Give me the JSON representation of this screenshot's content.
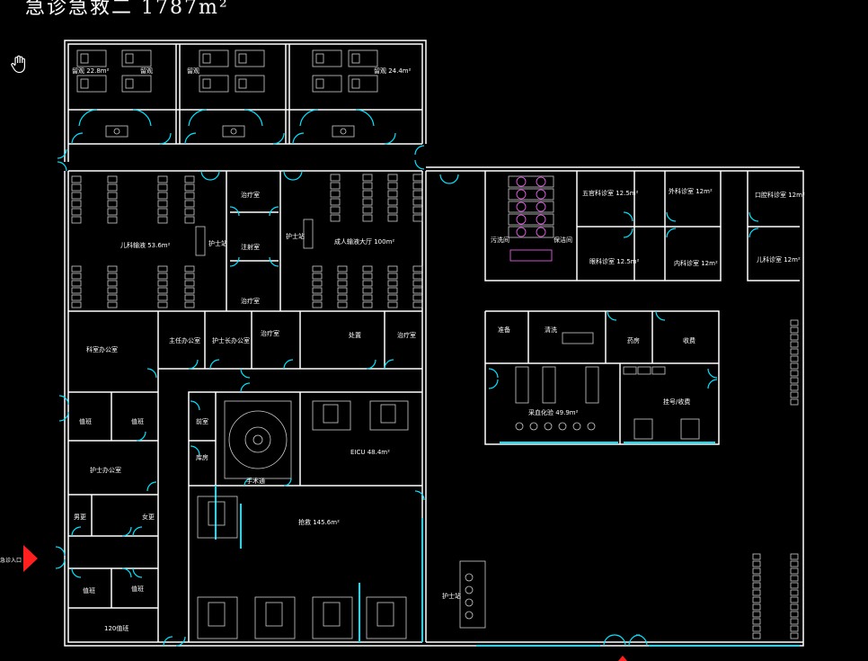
{
  "title": "急诊急救二   1787m²",
  "colors": {
    "background": "#000000",
    "wall": "#ffffff",
    "door": "#00e5ff",
    "furniture": "#cfcfcf",
    "marker": "#ff1f1f",
    "accent": "#ff66ff"
  },
  "tools": {
    "pan_icon": "hand-pan-icon"
  },
  "entrance": {
    "label": "急诊入口"
  },
  "rooms": {
    "ward_a": "留观 22.8m²",
    "ward_b": "留观",
    "ward_c": "留观",
    "ward_d": "留观 24.4m²",
    "peds_infusion": "儿科输液 53.6m²",
    "adult_infusion": "成人输液大厅 100m²",
    "nurse_station_1": "护士站",
    "nurse_station_2": "护士站",
    "treatment_1": "治疗室",
    "injection": "注射室",
    "treatment_2": "治疗室",
    "dept_office": "科室办公室",
    "director_office": "主任办公室",
    "nurse_lead_office": "护士长办公室",
    "treatment_3": "治疗室",
    "disposal": "处置",
    "treatment_4": "治疗室",
    "duty_1": "值班",
    "duty_2": "值班",
    "nurse_office": "护士办公室",
    "locker_m": "男更",
    "locker_f": "女更",
    "duty_3": "值班",
    "duty_4": "值班",
    "emergency_120": "120值班",
    "anteroom": "前室",
    "storage": "库房",
    "surgery_passage": "手术通",
    "icu": "EICU 48.4m²",
    "rescue": "抢救 145.6m²",
    "nurse_station_3": "护士站",
    "dirty_room": "污洗间",
    "cleaning": "保洁间",
    "surgery_room_1": "五官科诊室 12.5m²",
    "surgery_room_2": "外科诊室 12m²",
    "eye_clinic": "口腔科诊室 12m²",
    "ent_clinic": "眼科诊室 12.5m²",
    "internal_clinic": "内科诊室 12m²",
    "pediatric_clinic": "儿科诊室 12m²",
    "prep": "准备",
    "cleaning_2": "清洗",
    "pharmacy": "药房",
    "cashier": "收费",
    "blood_draw": "采血化验 49.9m²",
    "registration": "挂号/收费"
  }
}
